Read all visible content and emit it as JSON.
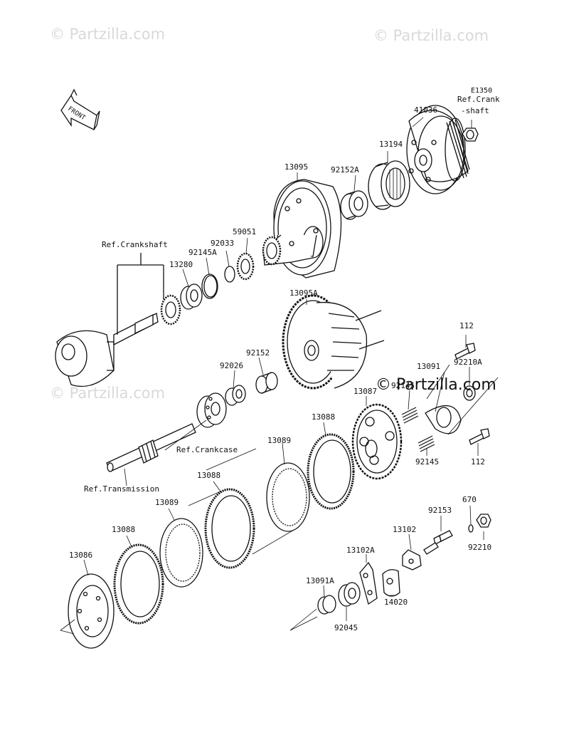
{
  "diagram_code": "E1350",
  "front_label": "FRONT",
  "watermarks": {
    "top_left": "© Partzilla.com",
    "top_right": "© Partzilla.com",
    "mid_left": "© Partzilla.com",
    "center": "© Partzilla.com"
  },
  "labels": {
    "p41036": "41036",
    "ref_crank": "Ref.Crank",
    "ref_crank_shaft": "-shaft",
    "p13194": "13194",
    "p92152A": "92152A",
    "p13095": "13095",
    "p59051": "59051",
    "p92033": "92033",
    "p92145A": "92145A",
    "ref_crankshaft": "Ref.Crankshaft",
    "p13280": "13280",
    "p13095A": "13095A",
    "p92152": "92152",
    "p92026": "92026",
    "p112_top": "112",
    "p13091": "13091",
    "p92210A": "92210A",
    "p92145_top": "92145",
    "p13087": "13087",
    "p13088_top": "13088",
    "p92145_bottom": "92145",
    "p112_bottom": "112",
    "ref_crankcase": "Ref.Crankcase",
    "p13089_mid": "13089",
    "ref_transmission": "Ref.Transmission",
    "p13088_mid": "13088",
    "p13089_left": "13089",
    "p13088_left": "13088",
    "p13086": "13086",
    "p670": "670",
    "p92153": "92153",
    "p13102": "13102",
    "p92210": "92210",
    "p13102A": "13102A",
    "p13091A": "13091A",
    "p14020": "14020",
    "p92045": "92045"
  }
}
